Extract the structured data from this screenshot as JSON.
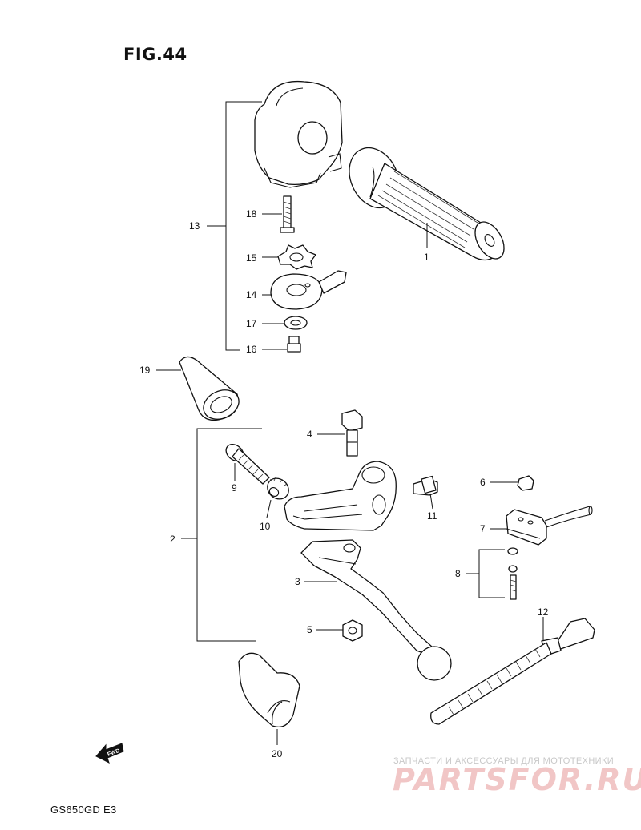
{
  "figure_title": "FIG.44",
  "model_code": "GS650GD  E3",
  "fwd_arrow_text": "FWD",
  "watermark": {
    "subtitle": "ЗАПЧАСТИ И АКСЕССУАРЫ ДЛЯ МОТОТЕХНИКИ",
    "brand": "PARTSFOR.RU"
  },
  "callouts": {
    "c1": "1",
    "c2": "2",
    "c3": "3",
    "c4": "4",
    "c5": "5",
    "c6": "6",
    "c7": "7",
    "c8": "8",
    "c9": "9",
    "c10": "10",
    "c11": "11",
    "c12": "12",
    "c13": "13",
    "c14": "14",
    "c15": "15",
    "c16": "16",
    "c17": "17",
    "c18": "18",
    "c19": "19",
    "c20": "20"
  }
}
